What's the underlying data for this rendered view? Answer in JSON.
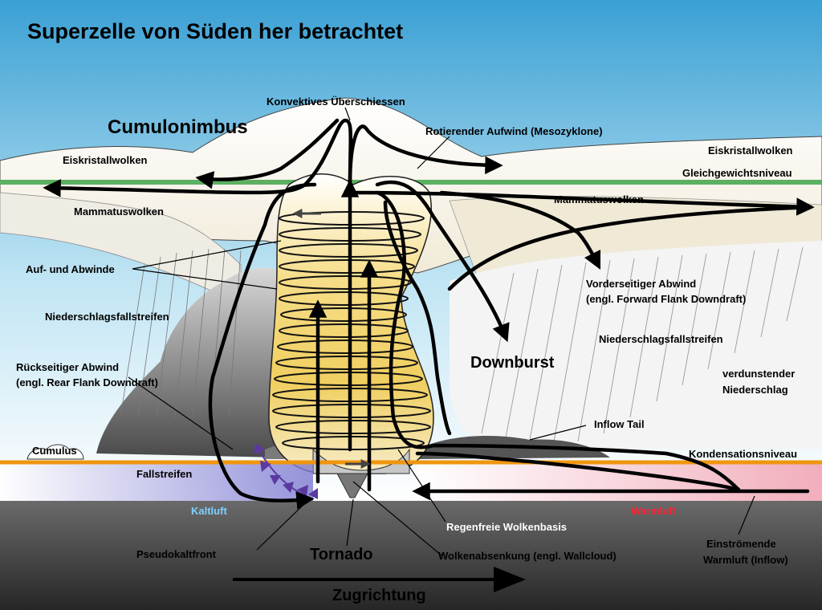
{
  "diagram": {
    "title": "Superzelle von Süden her betrachtet",
    "cloud_name": "Cumulonimbus",
    "labels": {
      "overshoot": "Konvektives Überschiessen",
      "mesocyclone": "Rotierender Aufwind (Mesozyklone)",
      "ice_left": "Eiskristallwolken",
      "ice_right": "Eiskristallwolken",
      "equilibrium": "Gleichgewichtsniveau",
      "mammatus_left": "Mammatuswolken",
      "mammatus_right": "Mammatuswolken",
      "updown": "Auf- und Abwinde",
      "precip_left": "Niederschlagsfallstreifen",
      "precip_right": "Niederschlagsfallstreifen",
      "ffd_1": "Vorderseitiger Abwind",
      "ffd_2": "(engl. Forward Flank Downdraft)",
      "rfd_1": "Rückseitiger Abwind",
      "rfd_2": "(engl. Rear Flank Downdraft)",
      "downburst": "Downburst",
      "evap_1": "verdunstender",
      "evap_2": "Niederschlag",
      "inflow_tail": "Inflow Tail",
      "cumulus": "Cumulus",
      "condensation": "Kondensationsniveau",
      "fallstreifen": "Fallstreifen",
      "cold_air": "Kaltluft",
      "warm_air": "Warmluft",
      "rainfree_base": "Regenfreie Wolkenbasis",
      "pseudo_cold_front": "Pseudokaltfront",
      "tornado": "Tornado",
      "wallcloud": "Wolkenabsenkung (engl. Wallcloud)",
      "inflow_1": "Einströmende",
      "inflow_2": "Warmluft (Inflow)",
      "direction": "Zugrichtung"
    },
    "colors": {
      "sky_top": "#3aa0d4",
      "sky_bottom": "#ffffff",
      "equilibrium_line": "#5bb061",
      "condensation_line": "#f0960f",
      "ground": "#5a5a5a",
      "cold_air": "#7b78d0",
      "warm_air": "#f0a0b0",
      "cold_label": "#7fd0ff",
      "warm_label": "#ff2233",
      "updraft_core": "#f0cf60",
      "front_teeth": "#5a3aa0"
    }
  }
}
